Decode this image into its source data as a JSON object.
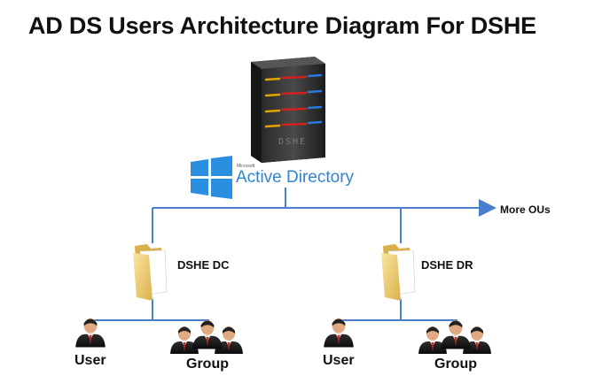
{
  "title": "AD DS Users Architecture Diagram For DSHE",
  "server": {
    "label": "DSHE",
    "icon": "server-icon"
  },
  "active_directory": {
    "vendor": "Microsoft",
    "label": "Active Directory",
    "icon": "windows-logo-icon"
  },
  "more_ous": "More OUs",
  "ous": [
    {
      "label": "DSHE DC",
      "icon": "folder-icon",
      "user_label": "User",
      "group_label": "Group"
    },
    {
      "label": "DSHE DR",
      "icon": "folder-icon",
      "user_label": "User",
      "group_label": "Group"
    }
  ],
  "colors": {
    "connector": "#4a7fd0",
    "ad_blue": "#2f84d0",
    "folder": "#f2d27a"
  }
}
